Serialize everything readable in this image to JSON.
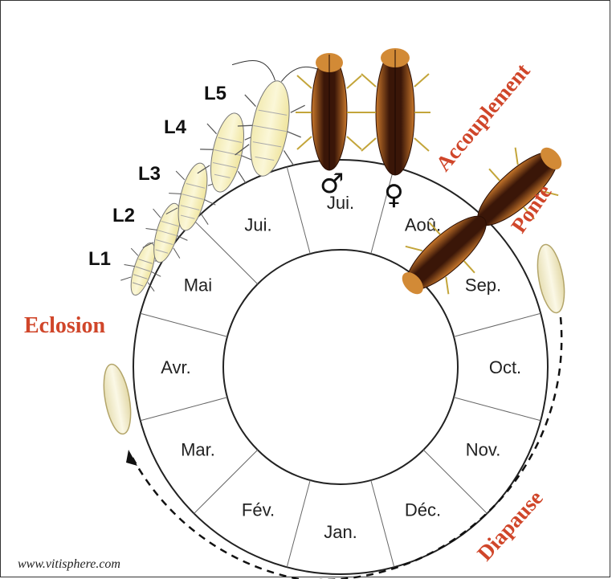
{
  "months": [
    {
      "label": "Jan."
    },
    {
      "label": "Fév."
    },
    {
      "label": "Mar."
    },
    {
      "label": "Avr."
    },
    {
      "label": "Mai"
    },
    {
      "label": "Jui."
    },
    {
      "label": "Jui."
    },
    {
      "label": "Aoû."
    },
    {
      "label": "Sep."
    },
    {
      "label": "Oct."
    },
    {
      "label": "Nov."
    },
    {
      "label": "Déc."
    }
  ],
  "stages": [
    "L1",
    "L2",
    "L3",
    "L4",
    "L5"
  ],
  "sex": {
    "male": "♂",
    "female": "♀"
  },
  "events": {
    "eclosion": "Eclosion",
    "accouplement": "Accouplement",
    "ponte": "Ponte",
    "diapause": "Diapause"
  },
  "credit": "www.vitisphere.com"
}
